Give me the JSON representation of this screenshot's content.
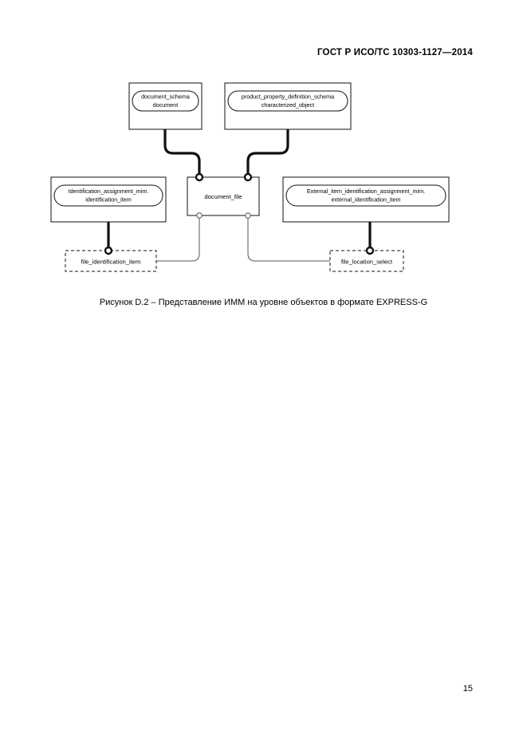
{
  "document": {
    "header": "ГОСТ Р ИСО/ТС 10303-1127—2014",
    "page_number": "15"
  },
  "figure": {
    "caption": "Рисунок D.2 –  Представление ИММ на уровне объектов в формате EXPRESS-G",
    "diagram_type": "EXPRESS-G",
    "schema_boxes": [
      {
        "id": "document-schema",
        "schema": "document_schema",
        "entity": "document"
      },
      {
        "id": "product-property-definition-schema",
        "schema": "product_property_definition_schema",
        "entity": "characterized_object"
      },
      {
        "id": "identification-assignment-mim",
        "schema": "Identification_assignment_mim.",
        "entity": "identification_item"
      },
      {
        "id": "external-item-identification-assignment-mim",
        "schema": "External_item_identification_assignment_mim.",
        "entity": "external_identification_item"
      }
    ],
    "entity_boxes": [
      {
        "id": "document-file",
        "label": "document_file"
      }
    ],
    "select_boxes": [
      {
        "id": "file-identification-item",
        "label": "file_identification_item"
      },
      {
        "id": "file-location-select",
        "label": "file_location_select"
      }
    ],
    "connections": [
      {
        "from": "document_schema.document",
        "to": "document_file",
        "style": "thick"
      },
      {
        "from": "product_property_definition_schema.characterized_object",
        "to": "document_file",
        "style": "thick"
      },
      {
        "from": "document_file",
        "to": "file_identification_item",
        "style": "thin"
      },
      {
        "from": "document_file",
        "to": "file_location_select",
        "style": "thin"
      },
      {
        "from": "Identification_assignment_mim.identification_item",
        "to": "file_identification_item",
        "style": "thick"
      },
      {
        "from": "External_item_identification_assignment_mim.external_identification_item",
        "to": "file_location_select",
        "style": "thick"
      }
    ]
  },
  "colors": {
    "ink": "#000000",
    "paper": "#ffffff",
    "line": "#1a1a1a",
    "thin_line": "#555555"
  }
}
